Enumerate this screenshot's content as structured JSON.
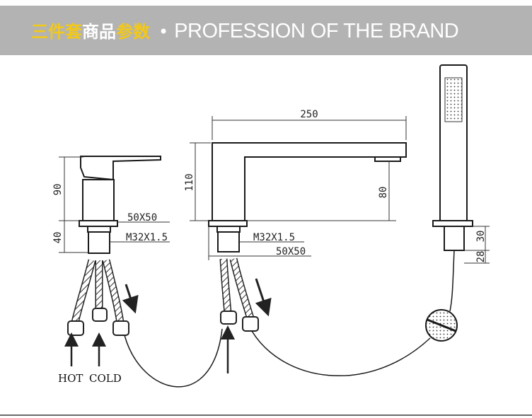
{
  "banner": {
    "title_cn_1": "三件套",
    "title_cn_2": "商品",
    "title_cn_3": "参数",
    "separator": "•",
    "title_en": "PROFESSION OF THE BRAND",
    "accent_color": "#f2c81a",
    "background_color": "#b3b3b3"
  },
  "mixer": {
    "height_top": "90",
    "height_bottom": "40",
    "base_size": "50X50",
    "thread": "M32X1.5",
    "inlet_hot": "HOT",
    "inlet_cold": "COLD"
  },
  "spout": {
    "reach": "250",
    "height": "110",
    "outlet_height": "80",
    "thread": "M32X1.5",
    "base_size": "50X50"
  },
  "handshower": {
    "holder_height": "30",
    "base_height": "28"
  }
}
